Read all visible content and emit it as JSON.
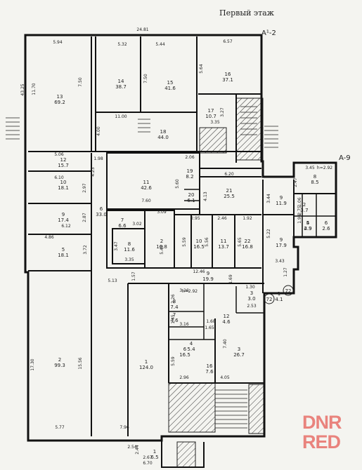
{
  "title": "Первый этаж",
  "axes": {
    "a1_2": "A¹-2",
    "a_9": "A-9"
  },
  "watermark": {
    "line1": "DNR",
    "line2": "RED"
  },
  "rooms": [
    {
      "num": "1",
      "area": "124.0"
    },
    {
      "num": "2",
      "area": "99.3"
    },
    {
      "num": "3",
      "area": "26.7"
    },
    {
      "num": "4",
      "area": "5.4"
    },
    {
      "num": "5",
      "area": "18.1"
    },
    {
      "num": "6",
      "area": "16.5"
    },
    {
      "num": "7",
      "area": "4.6"
    },
    {
      "num": "8",
      "area": "7.4"
    },
    {
      "num": "9",
      "area": "19.9"
    },
    {
      "num": "10",
      "area": "16.5"
    },
    {
      "num": "11",
      "area": "13.7"
    },
    {
      "num": "12",
      "area": "4.6"
    },
    {
      "num": "13",
      "area": "69.2"
    },
    {
      "num": "14",
      "area": "38.7"
    },
    {
      "num": "15",
      "area": "41.6"
    },
    {
      "num": "16",
      "area": "37.1"
    },
    {
      "num": "17",
      "area": "10.7"
    },
    {
      "num": "18",
      "area": "44.0"
    },
    {
      "num": "19",
      "area": "8.2"
    },
    {
      "num": "20",
      "area": "6.1"
    },
    {
      "num": "21",
      "area": "25.5"
    },
    {
      "num": "22",
      "area": "16.8"
    },
    {
      "num": "12",
      "area": "15.7"
    },
    {
      "num": "10",
      "area": "18.1"
    },
    {
      "num": "9",
      "area": "17.4"
    },
    {
      "num": "6",
      "area": "33.0"
    },
    {
      "num": "7",
      "area": "6.6"
    },
    {
      "num": "8",
      "area": "11.6"
    },
    {
      "num": "2",
      "area": "16.8"
    },
    {
      "num": "11",
      "area": "42.6"
    },
    {
      "num": "1",
      "area": "6.5"
    },
    {
      "num": "8",
      "area": "8.5"
    },
    {
      "num": "9",
      "area": "11.9"
    },
    {
      "num": "9",
      "area": "17.9"
    },
    {
      "num": "5",
      "area": "4.9"
    },
    {
      "num": "4",
      "area": "2.9"
    },
    {
      "num": "6",
      "area": "2.6"
    },
    {
      "num": "2",
      "area": "3.7"
    },
    {
      "num": "1",
      "area": "4.1"
    },
    {
      "num": "3",
      "area": "3.0"
    },
    {
      "num": "16",
      "area": "7.6"
    }
  ],
  "dimensions": [
    "24.81",
    "5.94",
    "5.32",
    "5.44",
    "6.57",
    "43.25",
    "11.70",
    "7.50",
    "7.50",
    "5.64",
    "11.00",
    "4.00",
    "3.27",
    "3.35",
    "5.06",
    "1.98",
    "2.06",
    "6.20",
    "6.10",
    "2.97",
    "4.23",
    "5.60",
    "7.60",
    "4.13",
    "2.87",
    "6.12",
    "3.09",
    "2.95",
    "2.46",
    "1.92",
    "4.86",
    "3.72",
    "3.02",
    "3.47",
    "5.45",
    "5.59",
    "5.56",
    "5.65",
    "3.35",
    "12.46",
    "1.69",
    "1.57",
    "5.13",
    "h=2.92",
    "3.26",
    "2.26",
    "1.45",
    "3.16",
    "1.68",
    "1.65",
    "5.59",
    "2.96",
    "7.40",
    "4.05",
    "1.30",
    "2.53",
    "17.30",
    "15.56",
    "5.77",
    "7.96",
    "2.54",
    "2.44",
    "2.67",
    "6.70",
    "3.45",
    "h=2.92",
    "3.44",
    "5.22",
    "3.43",
    "1.27",
    "2.47",
    "1.06",
    "2.75",
    "1.99"
  ],
  "circle_marks": [
    "72",
    "72"
  ]
}
